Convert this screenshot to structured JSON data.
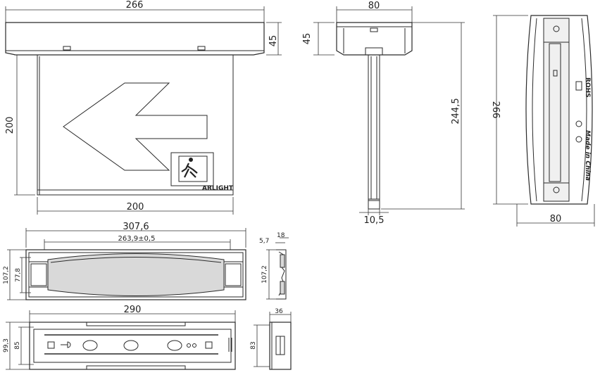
{
  "front_view": {
    "width_top": "266",
    "height_top": "45",
    "panel_height": "200",
    "panel_width": "200",
    "brand": "ARLIGHT"
  },
  "side_view": {
    "width_top": "80",
    "height_top": "45",
    "stem_height": "244,5",
    "stem_width": "10,5"
  },
  "rear_view": {
    "length": "266",
    "width": "80",
    "label_top": "ROHS",
    "label_mid": "Made in China"
  },
  "bottom_view": {
    "length_total": "307,6",
    "length_inner": "263,9±0,5",
    "height_total": "107,2",
    "height_inner": "77,8"
  },
  "bottom_side": {
    "dim_top_a": "5,7",
    "dim_top_b": "18",
    "height": "107,2"
  },
  "mount_view": {
    "length": "290",
    "height_total": "99,3",
    "height_inner": "85"
  },
  "mount_side": {
    "width": "36",
    "height": "83"
  }
}
